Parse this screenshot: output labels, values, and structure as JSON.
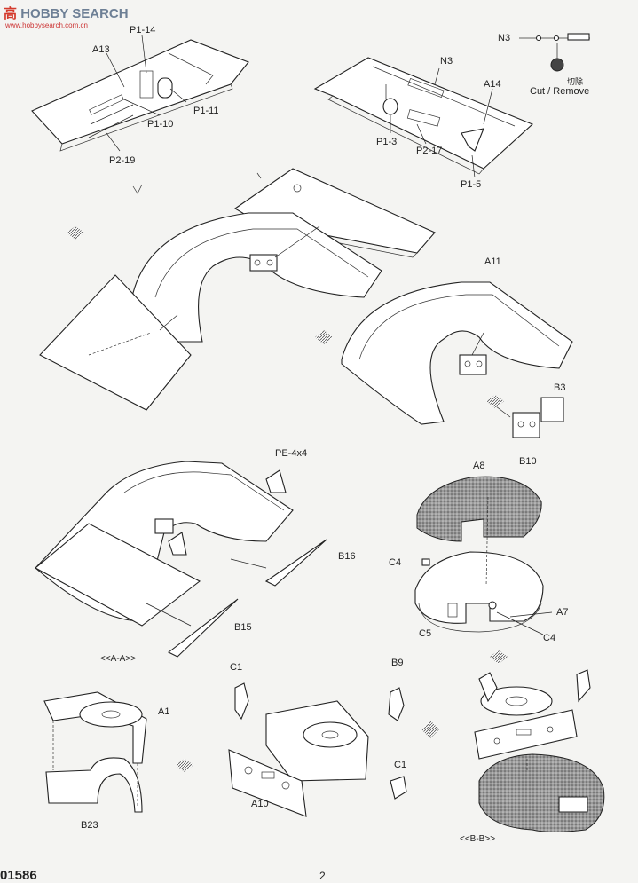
{
  "watermark": {
    "brand_a": "高",
    "brand_b": "HOBBY SEARCH",
    "sub": "www.hobbysearch.com.cn"
  },
  "footer": {
    "page_code": "01586",
    "page_number": "2"
  },
  "cut_note": {
    "cn": "切除",
    "en": "Cut / Remove"
  },
  "section_labels": {
    "aa": "<<A-A>>",
    "bb": "<<B-B>>"
  },
  "parts": {
    "A13": "A13",
    "P1_14": "P1-14",
    "P1_10": "P1-10",
    "P1_11": "P1-11",
    "P2_19": "P2-19",
    "N3_top": "N3",
    "N3_mid": "N3",
    "A14": "A14",
    "P1_3": "P1-3",
    "P2_17": "P2-17",
    "P1_5": "P1-5",
    "A11": "A11",
    "B3": "B3",
    "B10": "B10",
    "PE_4x4": "PE-4x4",
    "B16": "B16",
    "B15": "B15",
    "A8": "A8",
    "C4_top": "C4",
    "A7": "A7",
    "C5": "C5",
    "C4_bot": "C4",
    "A1": "A1",
    "B23": "B23",
    "C1_top": "C1",
    "B9": "B9",
    "A10": "A10",
    "C1_bot": "C1"
  }
}
